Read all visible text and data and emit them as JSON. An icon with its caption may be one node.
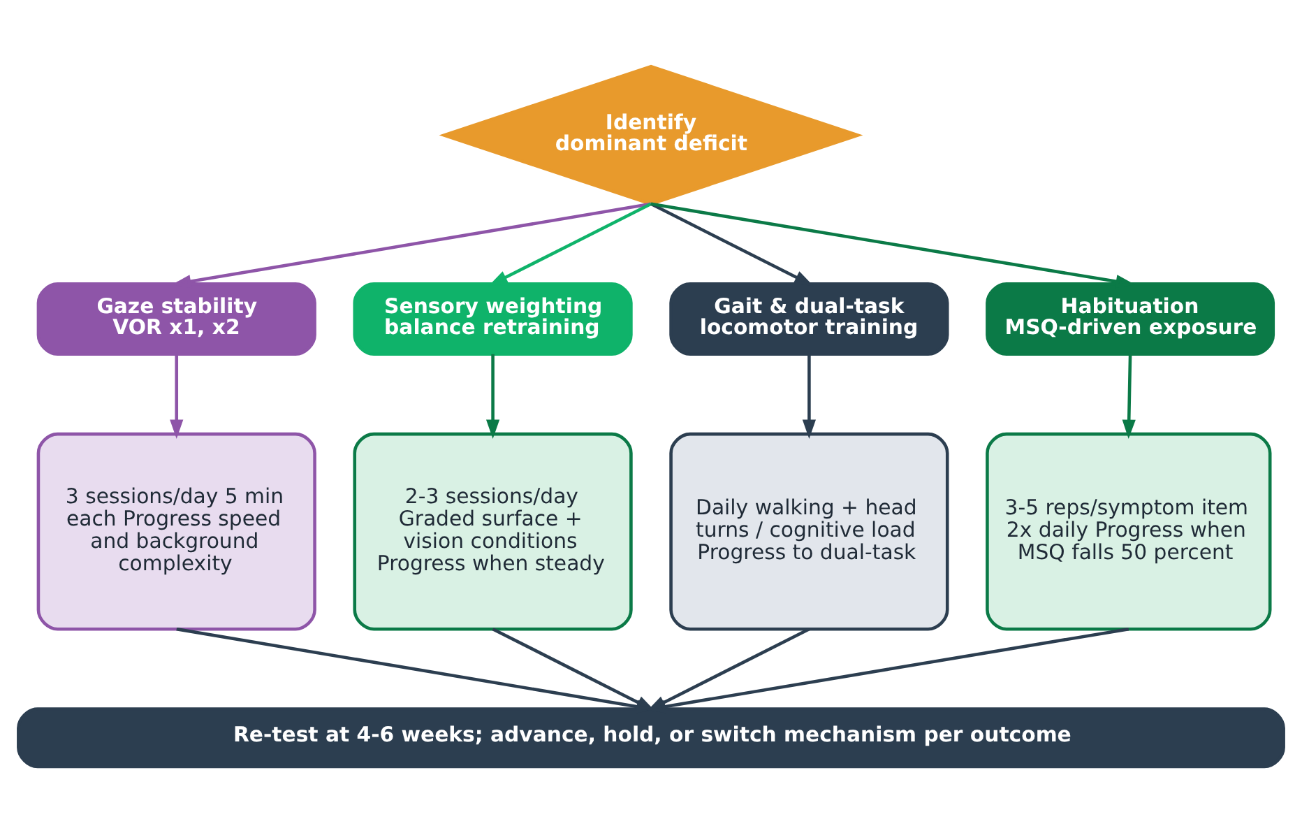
{
  "diagram": {
    "nodes": [
      {
        "text": [
          "Identify dominant deficit"
        ]
      },
      {
        "text": [
          "Gaze stability VOR x1, x2"
        ]
      },
      {
        "text": [
          "Sensory weighting balance retraining"
        ]
      },
      {
        "text": [
          "Gait & dual-task locomotor training"
        ]
      },
      {
        "text": [
          "Habituation MSQ-driven exposure"
        ]
      },
      {
        "text": [
          "3 sessions/day 5 min each Progress speed and background complexity"
        ]
      },
      {
        "text": [
          "2-3 sessions/day Graded surface + vision conditions Progress when steady"
        ]
      },
      {
        "text": [
          "Daily walking + head turns / cognitive load Progress to dual-task"
        ]
      },
      {
        "text": [
          "3-5 reps/symptom item 2x daily Progress when MSQ falls 50 percent"
        ]
      },
      {
        "text": [
          "Re-test at 4-6 weeks; advance, hold, or switch mechanism per outcome"
        ]
      }
    ],
    "edges": [
      {
        "from": 0,
        "to": 1,
        "arrow": "to",
        "color": "#8e55a8"
      },
      {
        "from": 0,
        "to": 2,
        "arrow": "to",
        "color": "#0fb36a"
      },
      {
        "from": 0,
        "to": 3,
        "arrow": "to"
      },
      {
        "from": 0,
        "to": 4,
        "arrow": "to",
        "color": "#0b7a47"
      },
      {
        "from": 1,
        "to": 5,
        "arrow": "to",
        "color": "#8e55a8"
      },
      {
        "from": 2,
        "to": 6,
        "arrow": "to",
        "color": "#0b7a47"
      },
      {
        "from": 3,
        "to": 7,
        "arrow": "to"
      },
      {
        "from": 4,
        "to": 8,
        "arrow": "to",
        "color": "#0b7a47"
      },
      {
        "from": 5,
        "to": 9,
        "arrow": "to"
      },
      {
        "from": 6,
        "to": 9,
        "arrow": "to"
      },
      {
        "from": 7,
        "to": 9,
        "arrow": "to"
      },
      {
        "from": 8,
        "to": 9,
        "arrow": "to"
      }
    ]
  }
}
